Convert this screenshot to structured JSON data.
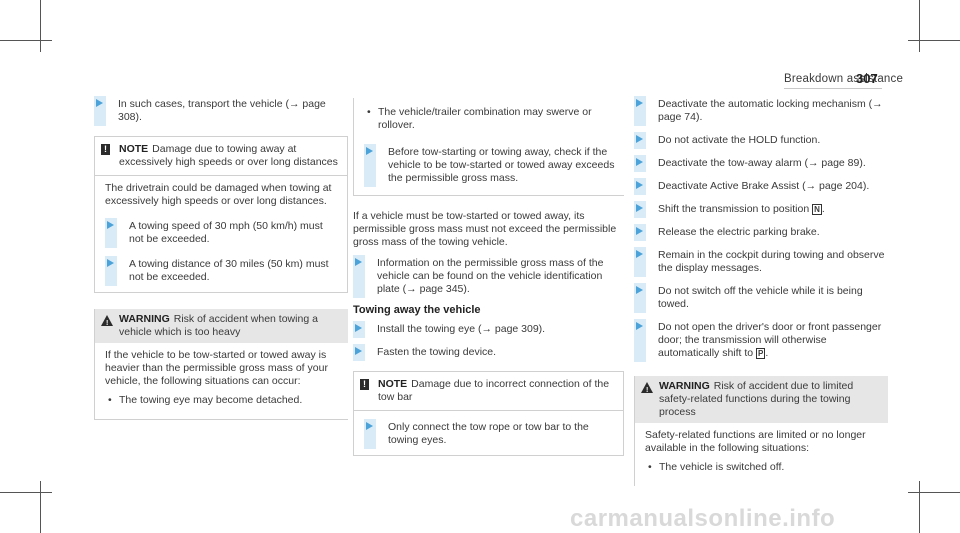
{
  "header": {
    "section": "Breakdown assistance",
    "page_number": "307"
  },
  "watermark": "carmanualsonline.info",
  "col1": {
    "step1": "In such cases, transport the vehicle (→ page 308).",
    "note": {
      "label": "NOTE",
      "title": "Damage due to towing away at excessively high speeds or over long dis­tances",
      "body": "The drivetrain could be damaged when towing at excessively high speeds or over long distan­ces.",
      "step1": "A towing speed of 30 mph (50 km/h) must not be exceeded.",
      "step2": "A towing distance of 30 miles (50 km) must not be exceeded."
    },
    "warning": {
      "label": "WARNING",
      "title": "Risk of accident when towing a vehicle which is too heavy",
      "body": "If the vehicle to be tow-started or towed away is heavier than the permissible gross mass of your vehicle, the following situations can occur:",
      "bullet1": "The towing eye may become detached."
    }
  },
  "col2": {
    "bullet1": "The vehicle/trailer combination may swerve or rollover.",
    "step1": "Before tow-starting or towing away, check if the vehicle to be tow-started or towed away exceeds the permissible gross mass.",
    "para1": "If a vehicle must be tow-started or towed away, its permissible gross mass must not exceed the per­missible gross mass of the towing vehicle.",
    "step2": "Information on the permissible gross mass of the vehicle can be found on the vehicle identi­fication plate (→ page 345).",
    "heading": "Towing away the vehicle",
    "step3": "Install the towing eye (→ page 309).",
    "step4": "Fasten the towing device.",
    "note": {
      "label": "NOTE",
      "title": "Damage due to incorrect connec­tion of the tow bar",
      "step1": "Only connect the tow rope or tow bar to the towing eyes."
    }
  },
  "col3": {
    "step1": "Deactivate the automatic locking mechanism (→ page 74).",
    "step2": "Do not activate the HOLD function.",
    "step3": "Deactivate the tow-away alarm (→ page 89).",
    "step4": "Deactivate Active Brake Assist (→ page 204).",
    "step5_pre": "Shift the transmission to position ",
    "step5_glyph": "N",
    "step5_post": ".",
    "step6": "Release the electric parking brake.",
    "step7": "Remain in the cockpit during towing and observe the display messages.",
    "step8": "Do not switch off the vehicle while it is being towed.",
    "step9_pre": "Do not open the driver's door or front passenger door; the transmission will other­wise automatically shift to ",
    "step9_glyph": "P",
    "step9_post": ".",
    "warning": {
      "label": "WARNING",
      "title": "Risk of accident due to limited safety-related functions during the towing process",
      "body": "Safety-related functions are limited or no lon­ger available in the following situations:",
      "bullet1": "The vehicle is switched off."
    }
  }
}
